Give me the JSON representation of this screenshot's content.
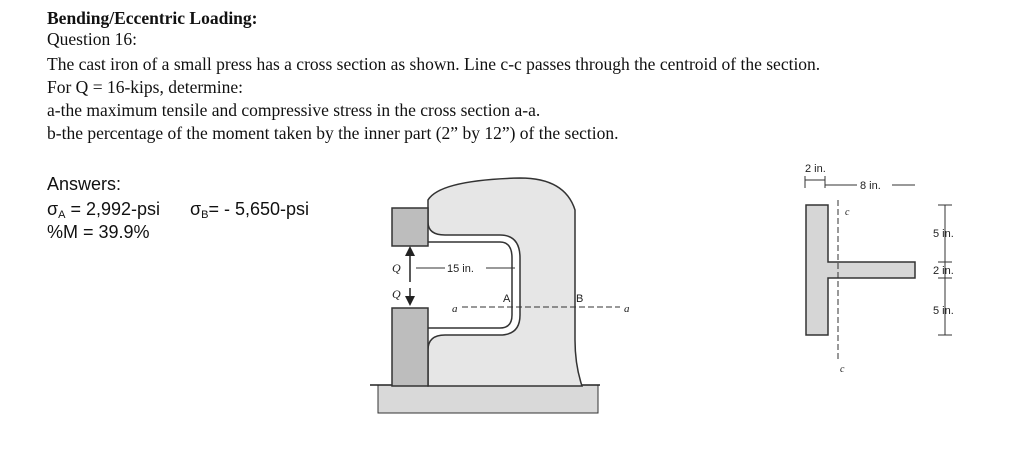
{
  "problem": {
    "heading": "Bending/Eccentric Loading:",
    "question": "Question 16:",
    "line1": "The cast iron of a small press has a cross section as shown. Line c-c passes through the centroid of the section.",
    "line2": "For Q = 16-kips, determine:",
    "line3": "a-the maximum tensile and compressive stress in the cross section a-a.",
    "line4": "b-the percentage of the moment taken by the inner part (2” by 12”) of the section."
  },
  "answers": {
    "heading": "Answers:",
    "sigma_a_sym": "σ",
    "sigma_a_sub": "A",
    "sigma_a_val": " = 2,992-psi",
    "sigma_b_sym": "σ",
    "sigma_b_sub": "B",
    "sigma_b_val": "= - 5,650-psi",
    "moment_pct": "%M = 39.9%"
  },
  "press_figure": {
    "label_q_top": "Q",
    "label_q_bottom": "Q",
    "dim_15": "15 in.",
    "label_a_left": "a",
    "label_a_right": "a",
    "label_A": "A",
    "label_B": "B"
  },
  "section_figure": {
    "dim_2_top": "2 in.",
    "dim_8": "8 in.",
    "label_c_top": "c",
    "label_c_bottom": "c",
    "dim_5_top": "5 in.",
    "dim_2_right": "2 in.",
    "dim_5_bottom": "5 in."
  }
}
